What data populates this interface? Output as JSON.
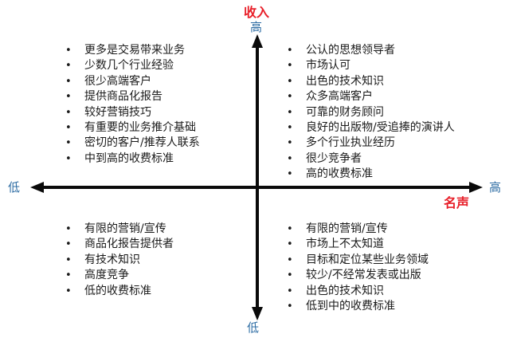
{
  "axes": {
    "y_title": "收入",
    "y_high": "高",
    "y_low": "低",
    "x_title": "名声",
    "x_high": "高",
    "x_low": "低"
  },
  "colors": {
    "axis_line": "#0a0a0a",
    "axis_end_label": "#2e6da4",
    "axis_title": "#e8202a",
    "text": "#1a1a1a"
  },
  "quadrants": {
    "top_left": [
      "更多是交易带来业务",
      "少数几个行业经验",
      "很少高端客户",
      "提供商品化报告",
      "较好营销技巧",
      "有重要的业务推介基础",
      "密切的客户/推荐人联系",
      "中到高的收费标准"
    ],
    "top_right": [
      "公认的思想领导者",
      "市场认可",
      "出色的技术知识",
      "众多高端客户",
      "可靠的财务顾问",
      "良好的出版物/受追捧的演讲人",
      "多个行业执业经历",
      "很少竞争者",
      "高的收费标准"
    ],
    "bottom_left": [
      "有限的营销/宣传",
      "商品化报告提供者",
      "有技术知识",
      "高度竞争",
      "低的收费标准"
    ],
    "bottom_right": [
      "有限的营销/宣传",
      "市场上不太知道",
      "目标和定位某些业务领域",
      "较少/不经常发表或出版",
      "出色的技术知识",
      "低到中的收费标准"
    ]
  }
}
